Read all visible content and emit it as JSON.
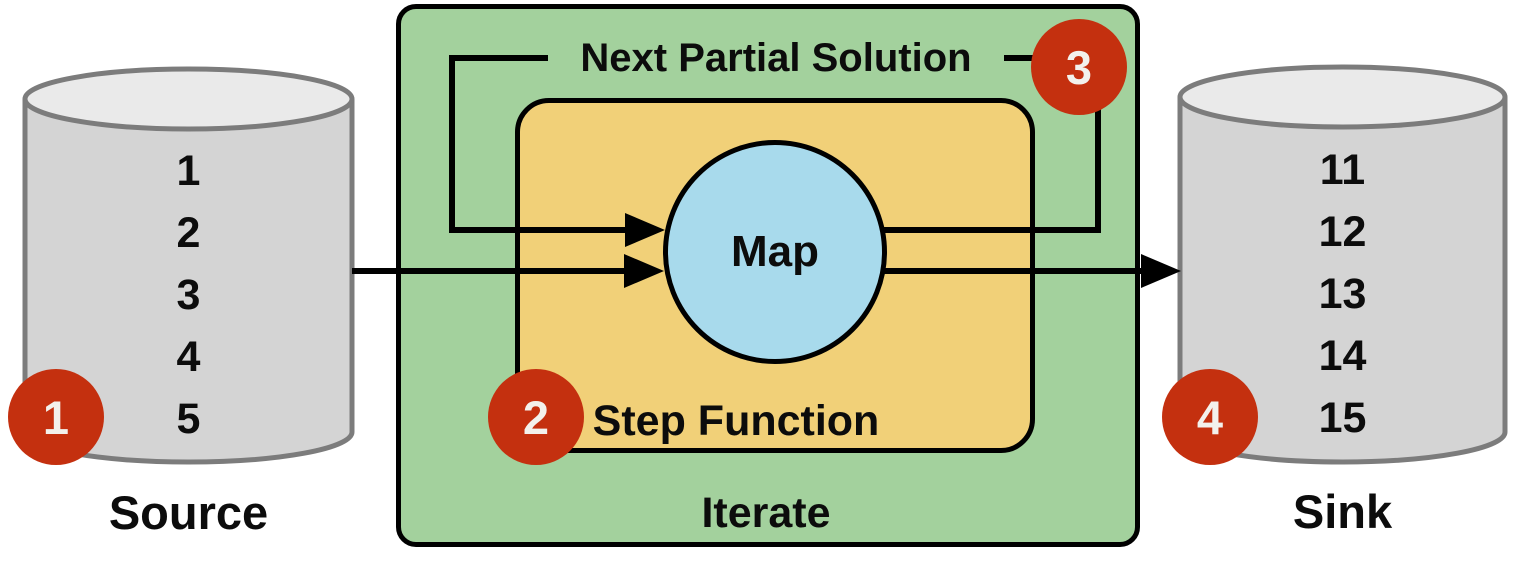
{
  "diagram_title": "iteration-dataflow",
  "colors": {
    "iterate_green": "#a3d19d",
    "step_function_yellow": "#f1d078",
    "map_blue": "#a8daec",
    "badge_red": "#c4300f",
    "cylinder_body": "#d4d4d4",
    "cylinder_top": "#eaeaea",
    "cylinder_stroke": "#7c7c7c",
    "line_black": "#000000"
  },
  "source": {
    "label": "Source",
    "badge": "1",
    "values": [
      "1",
      "2",
      "3",
      "4",
      "5"
    ]
  },
  "sink": {
    "label": "Sink",
    "badge": "4",
    "values": [
      "11",
      "12",
      "13",
      "14",
      "15"
    ]
  },
  "iterate": {
    "label": "Iterate",
    "next_partial_solution": {
      "label": "Next Partial Solution",
      "badge": "3"
    },
    "step_function": {
      "label": "Step Function",
      "badge": "2",
      "map": {
        "label": "Map"
      }
    }
  }
}
